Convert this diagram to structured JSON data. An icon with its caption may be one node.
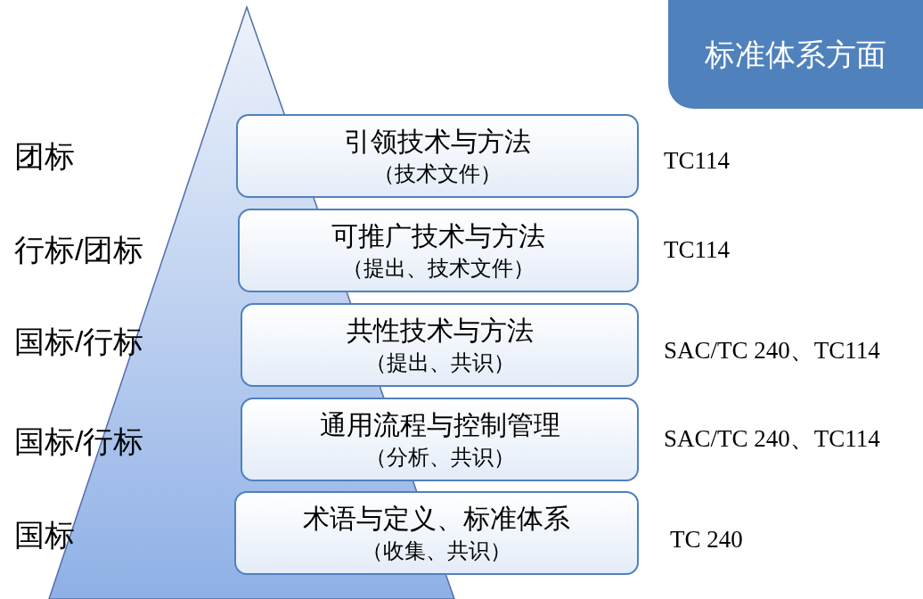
{
  "diagram": {
    "nodes": [
      {
        "text": [
          "标准体系方面"
        ]
      },
      {
        "text": [
          "引领技术与方法",
          "（技术文件）"
        ]
      },
      {
        "text": [
          "可推广技术与方法",
          "（提出、技术文件）"
        ]
      },
      {
        "text": [
          "共性技术与方法",
          "（提出、共识）"
        ]
      },
      {
        "text": [
          "通用流程与控制管理",
          "（分析、共识）"
        ]
      },
      {
        "text": [
          "术语与定义、标准体系",
          "（收集、共识）"
        ]
      }
    ],
    "labels": [
      "团标",
      "TC114",
      "行标/团标",
      "TC114",
      "国标/行标",
      "SAC/TC 240、TC114",
      "国标/行标",
      "SAC/TC 240、TC114",
      "国标",
      "TC 240"
    ]
  }
}
